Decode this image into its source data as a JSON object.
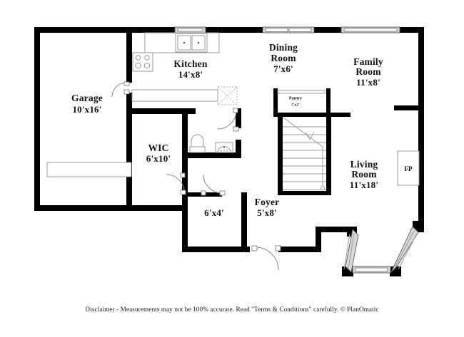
{
  "document": {
    "type": "floor-plan",
    "title": "Residential Floor Plan",
    "disclaimer": "Disclaimer - Measurements may not be 100% accurate. Read \"Terms & Conditions\" carefully. © PlanOmatic",
    "background_color": "#ffffff",
    "wall_color": "#000000",
    "line_color": "#9a9a9a",
    "text_color": "#111111"
  },
  "rooms": [
    {
      "id": "garage",
      "name": "Garage",
      "dimensions": "10'x16'"
    },
    {
      "id": "kitchen",
      "name": "Kitchen",
      "dimensions": "14'x8'"
    },
    {
      "id": "dining_room",
      "name": "Dining",
      "name2": "Room",
      "dimensions": "7'x6'"
    },
    {
      "id": "family_room",
      "name": "Family",
      "name2": "Room",
      "dimensions": "11'x8'"
    },
    {
      "id": "living_room",
      "name": "Living",
      "name2": "Room",
      "dimensions": "11'x18'"
    },
    {
      "id": "wic",
      "name": "WIC",
      "dimensions": "6'x10'"
    },
    {
      "id": "pantry",
      "name": "Pantry",
      "dimensions": "5'x2'"
    },
    {
      "id": "foyer",
      "name": "Foyer",
      "dimensions": "5'x8'"
    },
    {
      "id": "closet",
      "name": "",
      "dimensions": "6'x4'"
    }
  ],
  "features": [
    {
      "id": "fireplace",
      "label": "FP",
      "description": "fireplace bump-out on right exterior wall of living room"
    },
    {
      "id": "stairs",
      "label": "",
      "description": "staircase with winder turn adjacent to pantry"
    },
    {
      "id": "bay_window",
      "label": "",
      "description": "angled bay window at bottom of living room"
    },
    {
      "id": "stove",
      "label": "",
      "description": "four-burner range in kitchen"
    },
    {
      "id": "sink",
      "label": "",
      "description": "double-basin sink under kitchen window"
    },
    {
      "id": "toilet",
      "label": "",
      "description": "toilet in half bath"
    },
    {
      "id": "lavatory",
      "label": "",
      "description": "sink in half bath"
    },
    {
      "id": "garage_door",
      "label": "",
      "description": "overhead garage door on lower garage wall"
    }
  ],
  "labels": {
    "garage_name": "Garage",
    "garage_dim": "10'x16'",
    "kitchen_name": "Kitchen",
    "kitchen_dim": "14'x8'",
    "dining_name_1": "Dining",
    "dining_name_2": "Room",
    "dining_dim": "7'x6'",
    "family_name_1": "Family",
    "family_name_2": "Room",
    "family_dim": "11'x8'",
    "living_name_1": "Living",
    "living_name_2": "Room",
    "living_dim": "11'x18'",
    "wic_name": "WIC",
    "wic_dim": "6'x10'",
    "pantry_name": "Pantry",
    "pantry_dim": "5'x2'",
    "foyer_name": "Foyer",
    "foyer_dim": "5'x8'",
    "closet_dim": "6'x4'",
    "fireplace": "FP"
  }
}
